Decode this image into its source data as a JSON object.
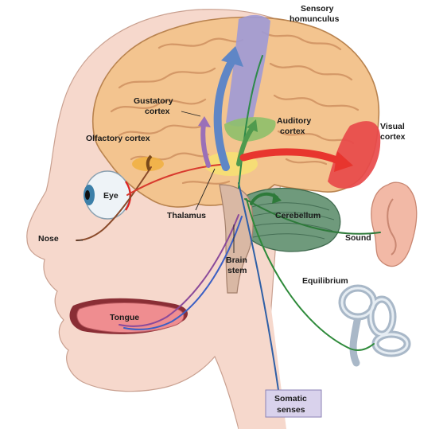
{
  "labels": {
    "sensory_homunculus_1": "Sensory",
    "sensory_homunculus_2": "homunculus",
    "gustatory_1": "Gustatory",
    "gustatory_2": "cortex",
    "auditory_1": "Auditory",
    "auditory_2": "cortex",
    "visual_1": "Visual",
    "visual_2": "cortex",
    "olfactory": "Olfactory cortex",
    "eye": "Eye",
    "nose": "Nose",
    "thalamus": "Thalamus",
    "cerebellum": "Cerebellum",
    "sound": "Sound",
    "brain_stem_1": "Brain",
    "brain_stem_2": "stem",
    "equilibrium": "Equilibrium",
    "tongue": "Tongue",
    "somatic_1": "Somatic",
    "somatic_2": "senses"
  },
  "colors": {
    "skin": "#f6d8cc",
    "brain": "#f3c48f",
    "somatosensory": "#9e9ad6",
    "auditory": "#8ec06a",
    "visual": "#e8494a",
    "cerebellum": "#6f9a7c",
    "somatic_box": "#d9d2ec"
  }
}
